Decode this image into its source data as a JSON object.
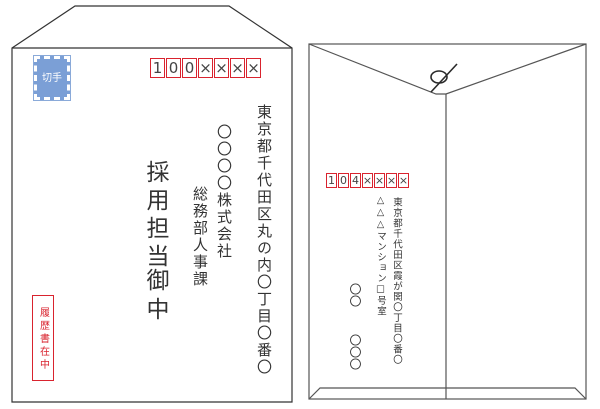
{
  "front": {
    "stamp_label": "切手",
    "zip_digits": [
      "1",
      "0",
      "0",
      "×",
      "×",
      "×",
      "×"
    ],
    "address": "東京都千代田区丸の内〇丁目〇番〇",
    "company": "〇〇〇〇株式会社",
    "department": "総務部人事課",
    "recipient": "採用担当",
    "honorific": "御中",
    "resume_note": "履歴書在中"
  },
  "back": {
    "zip_digits": [
      "1",
      "0",
      "4",
      "×",
      "×",
      "×",
      "×"
    ],
    "address": "東京都千代田区霞が関〇丁目〇番〇",
    "building": "△△△マンション□号室",
    "sender_line1": "〇〇",
    "sender_line2": "〇〇〇"
  },
  "colors": {
    "stamp": "#7b9fd6",
    "postal_box": "#d9232e",
    "outline": "#333333"
  }
}
